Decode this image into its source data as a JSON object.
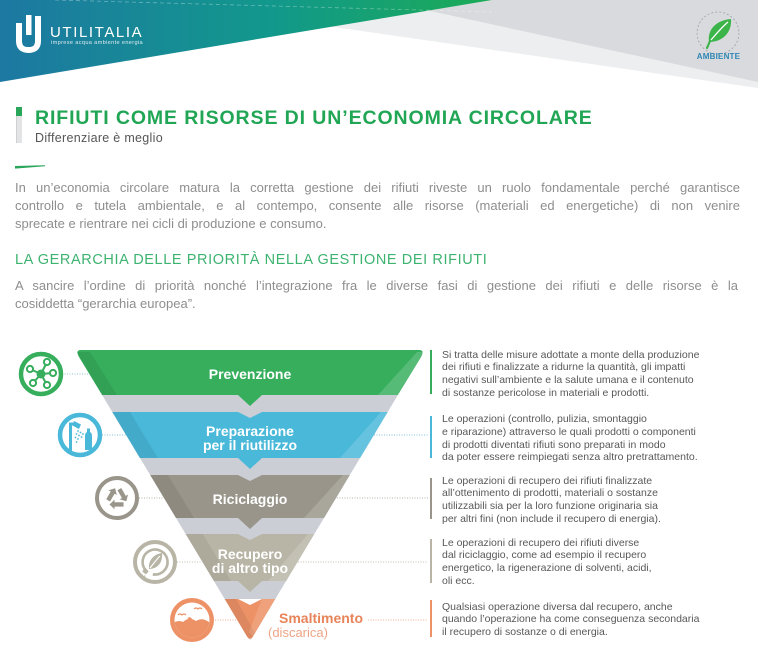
{
  "header": {
    "brand": "UTILITALIA",
    "tagline": "imprese acqua ambiente energia",
    "logo_icon": "utilitalia-u-logo-icon",
    "gradient": {
      "from": "#1d78a2",
      "mid": "#12988c",
      "to": "#1bab55"
    },
    "badge": {
      "label": "AMBIENTE",
      "icon": "leaf-icon",
      "label_color": "#2e86b4",
      "leaf_color": "#3bb44a"
    }
  },
  "title": {
    "main": "RIFIUTI COME RISORSE DI UN’ECONOMIA CIRCOLARE",
    "subtitle": "Differenziare è meglio",
    "color": "#21a655"
  },
  "intro": {
    "lines": [
      "In un’economia circolare matura la corretta gestione dei rifiuti riveste un ruolo fondamentale perché garantisce",
      "controllo e tutela ambientale, e al contempo, consente alle risorse (materiali ed energetiche) di non venire",
      "sprecate e rientrare nei cicli di produzione e consumo."
    ]
  },
  "section": {
    "heading": "LA GERARCHIA DELLE PRIORITÀ NELLA GESTIONE DEI RIFIUTI",
    "heading_color": "#3db370",
    "lines": [
      "A sancire l’ordine di priorità nonché l’integrazione fra le diverse fasi di gestione dei rifiuti e delle risorse è la",
      "cosiddetta “gerarchia europea”."
    ]
  },
  "hierarchy": {
    "band_color": "#cbced5",
    "levels": [
      {
        "label_lines": [
          "Prevenzione"
        ],
        "icon": "network-icon",
        "color": "#36ae5c",
        "connector_color": "#8ec3d3",
        "description_lines": [
          "Si tratta delle misure adottate a monte della produzione",
          "dei rifiuti e finalizzate a ridurne la quantità, gli impatti",
          "negativi sull’ambiente e la salute umana e il contenuto",
          "di sostanze pericolose in materiali e prodotti."
        ]
      },
      {
        "label_lines": [
          "Preparazione",
          "per il riutilizzo"
        ],
        "icon": "shower-bottle-icon",
        "color": "#49b8d9",
        "connector_color": "#7cc4dc",
        "description_lines": [
          "Le operazioni (controllo, pulizia, smontaggio",
          "e riparazione) attraverso le quali prodotti o componenti",
          "di prodotti diventati rifiuti sono preparati in modo",
          "da poter essere reimpiegati senza altro pretrattamento."
        ]
      },
      {
        "label_lines": [
          "Riciclaggio"
        ],
        "icon": "recycle-icon",
        "color": "#99958a",
        "connector_color": "#b5b2a8",
        "description_lines": [
          "Le operazioni di recupero dei rifiuti finalizzate",
          "all’ottenimento di prodotti, materiali o sostanze",
          "utilizzabili sia per la loro funzione originaria sia",
          "per altri fini (non include il recupero di energia)."
        ]
      },
      {
        "label_lines": [
          "Recupero",
          "di altro tipo"
        ],
        "icon": "energy-recovery-icon",
        "color": "#b8b5a6",
        "connector_color": "#c2bfb2",
        "description_lines": [
          "Le operazioni di recupero dei rifiuti diverse",
          "dal riciclaggio, come ad esempio il recupero",
          "energetico, la rigenerazione di solventi, acidi,",
          "oli ecc."
        ]
      },
      {
        "label_lines": [
          "Smaltimento",
          "(discarica)"
        ],
        "icon": "landfill-icon",
        "color": "#ed9267",
        "connector_color": "#f0b090",
        "description_lines": [
          "Qualsiasi operazione diversa dal recupero, anche",
          "quando l’operazione ha come conseguenza secondaria",
          "il recupero di sostanze o di energia."
        ]
      }
    ]
  }
}
